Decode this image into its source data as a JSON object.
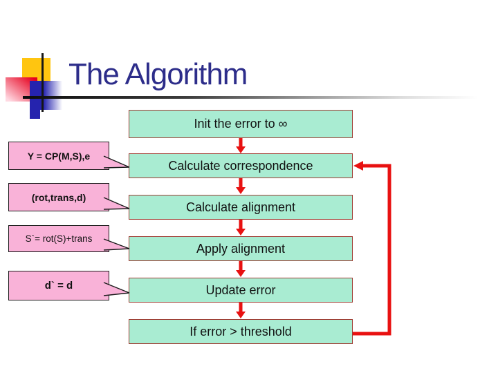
{
  "slide": {
    "title": "The Algorithm"
  },
  "flowchart": {
    "steps": [
      {
        "label": "Init the error to ∞"
      },
      {
        "label": "Calculate correspondence"
      },
      {
        "label": "Calculate alignment"
      },
      {
        "label": "Apply alignment"
      },
      {
        "label": "Update error"
      },
      {
        "label": "If error > threshold"
      }
    ],
    "loop": {
      "from": "If error > threshold",
      "to": "Calculate correspondence"
    }
  },
  "callouts": [
    {
      "label": "Y = CP(M,S),e",
      "points_to": "Calculate correspondence"
    },
    {
      "label": "(rot,trans,d)",
      "points_to": "Calculate alignment"
    },
    {
      "label": "S`= rot(S)+trans",
      "points_to": "Apply alignment"
    },
    {
      "label": "d` = d",
      "points_to": "Update error"
    }
  ],
  "colors": {
    "title_text": "#2d2d8a",
    "step_fill": "#a9ecd2",
    "step_border": "#9e3a30",
    "callout_fill": "#f9b2d8",
    "callout_border": "#1a1a1a",
    "arrow_red": "#e81111",
    "accent_yellow": "#ffc510",
    "accent_blue": "#2523ae",
    "accent_red": "#e6001e",
    "text": "#111111"
  }
}
